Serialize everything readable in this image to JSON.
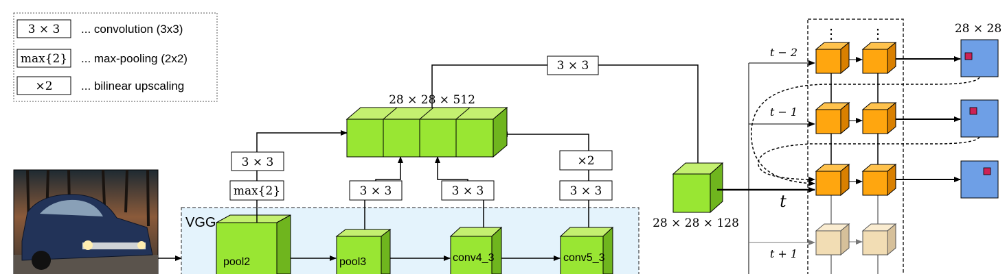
{
  "legend": {
    "items": [
      {
        "symbol": "3 × 3",
        "desc": "... convolution (3x3)"
      },
      {
        "symbol": "max{2}",
        "desc": "... max-pooling (2x2)"
      },
      {
        "symbol": "×2",
        "desc": "... bilinear upscaling"
      }
    ]
  },
  "vgg": {
    "label": "VGG",
    "blocks": [
      "pool2",
      "pool3",
      "conv4_3",
      "conv5_3"
    ]
  },
  "ops": {
    "conv": "3 × 3",
    "maxpool": "max{2}",
    "upscale": "×2",
    "top_conv": "3 × 3"
  },
  "dims": {
    "fused": "28 × 28 × 512",
    "reduced": "28 × 28 × 128",
    "output": "28 × 28"
  },
  "recurrent": {
    "time_labels": [
      "t − 2",
      "t − 1",
      "t",
      "t + 1"
    ],
    "dots": "⋮"
  },
  "colors": {
    "green": "#99e633",
    "orange": "#ffa60f",
    "tan": "#f2ddb4",
    "blue": "#6e9fe6",
    "vgg_bg": "#e4f3fc"
  }
}
